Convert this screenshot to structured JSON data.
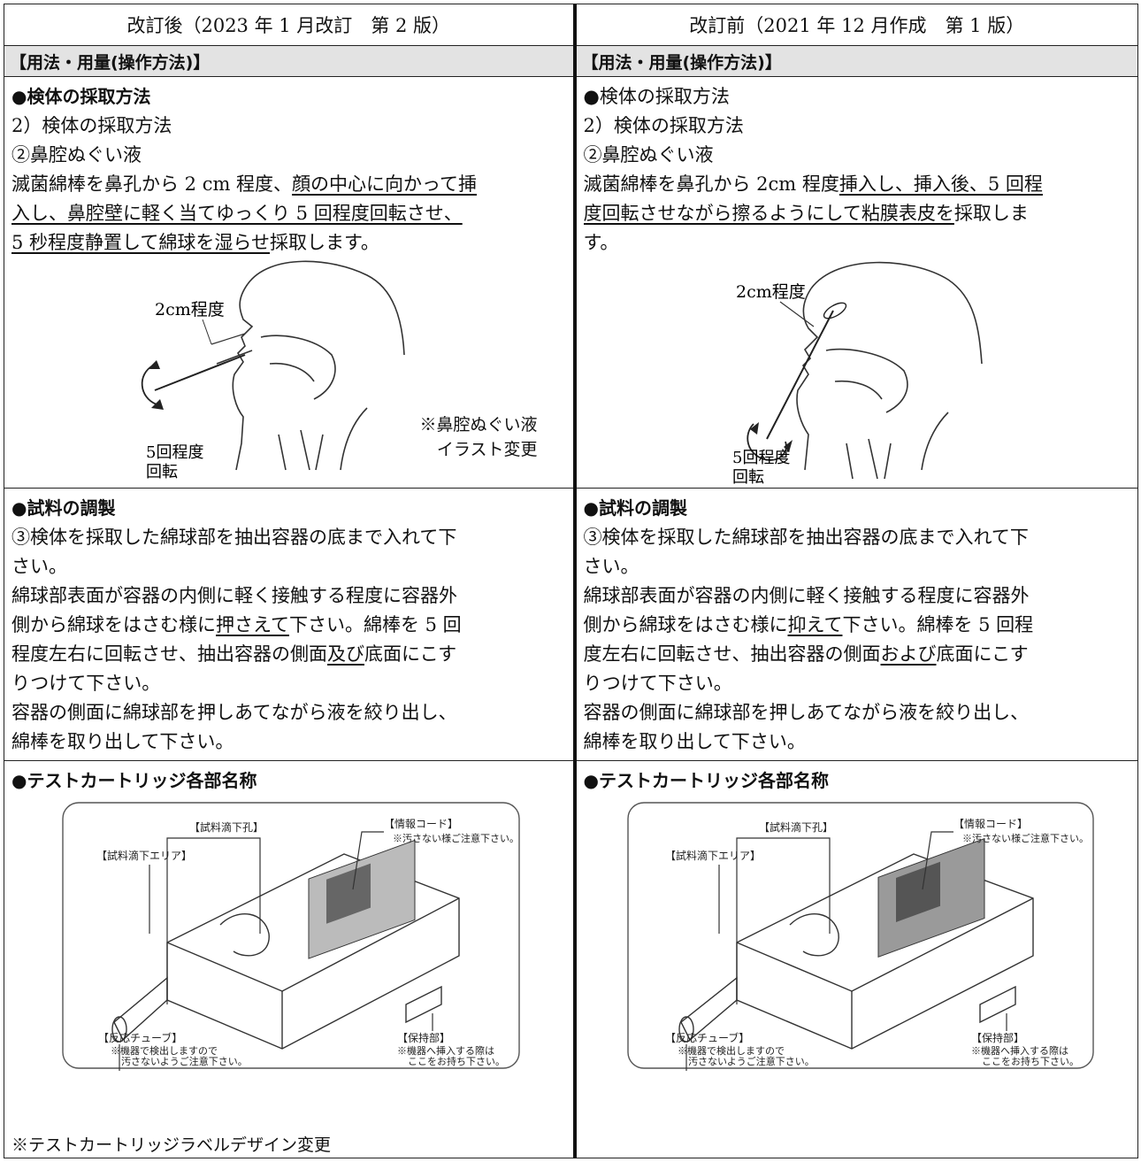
{
  "columns": {
    "left_header": "改訂後（2023 年 1 月改訂　第 2 版）",
    "right_header": "改訂前（2021 年 12 月作成　第 1 版）"
  },
  "section_usage": "【用法・用量(操作方法)】",
  "sampling": {
    "title": "●検体の採取方法",
    "sub1": "2）検体の採取方法",
    "sub2": "②鼻腔ぬぐい液",
    "left": {
      "l1a": "滅菌綿棒を鼻孔から 2 cm 程度、",
      "l1b": "顔の中心に向かって挿",
      "l2": "入し、鼻腔壁に軽く当てゆっくり 5 回程度回転させ、",
      "l3a": "5 秒程度静置して綿球を湿らせ",
      "l3b": "採取します。"
    },
    "right": {
      "l1a": "滅菌綿棒を鼻孔から 2cm 程度",
      "l1b": "挿入し、挿入後、5 回程",
      "l2a": "度回転させながら擦るようにして粘膜表皮を",
      "l2b": "採取しま",
      "l3": "す。"
    },
    "fig_left": {
      "dist": "2cm程度",
      "rot1": "5回程度",
      "rot2": "回転",
      "note1": "※鼻腔ぬぐい液",
      "note2": "イラスト変更"
    },
    "fig_right": {
      "dist": "2cm程度",
      "rot1": "5回程度",
      "rot2": "回転"
    }
  },
  "prep": {
    "title": "●試料の調製",
    "left": {
      "l1": "③検体を採取した綿球部を抽出容器の底まで入れて下",
      "l2": "さい。",
      "l3": "綿球部表面が容器の内側に軽く接触する程度に容器外",
      "l4a": "側から綿球をはさむ様に",
      "l4u": "押さえて",
      "l4b": "下さい。綿棒を 5 回",
      "l5a": "程度左右に回転させ、抽出容器の側面",
      "l5u": "及び",
      "l5b": "底面にこす",
      "l6": "りつけて下さい。",
      "l7": "容器の側面に綿球部を押しあてながら液を絞り出し、",
      "l8": "綿棒を取り出して下さい。"
    },
    "right": {
      "l1": "③検体を採取した綿球部を抽出容器の底まで入れて下",
      "l2": "さい。",
      "l3": "綿球部表面が容器の内側に軽く接触する程度に容器外",
      "l4a": "側から綿球をはさむ様に",
      "l4u": "抑えて",
      "l4b": "下さい。綿棒を 5 回程",
      "l5a": "度左右に回転させ、抽出容器の側面",
      "l5u": "および",
      "l5b": "底面にこす",
      "l6": "りつけて下さい。",
      "l7": "容器の側面に綿球部を押しあてながら液を絞り出し、",
      "l8": "綿棒を取り出して下さい。"
    }
  },
  "cartridge": {
    "title": "●テストカートリッジ各部名称",
    "labels": {
      "drop_hole": "【試料滴下孔】",
      "info_code": "【情報コード】",
      "info_note": "※汚さない様ご注意下さい。",
      "drop_area": "【試料滴下エリア】",
      "tube": "【反応チューブ】",
      "tube_note1": "※機器で検出しますので",
      "tube_note2": "汚さないようご注意下さい。",
      "holder": "【保持部】",
      "holder_note1": "※機器へ挿入する際は",
      "holder_note2": "ここをお持ち下さい。"
    },
    "footnote": "※テストカートリッジラベルデザイン変更"
  }
}
